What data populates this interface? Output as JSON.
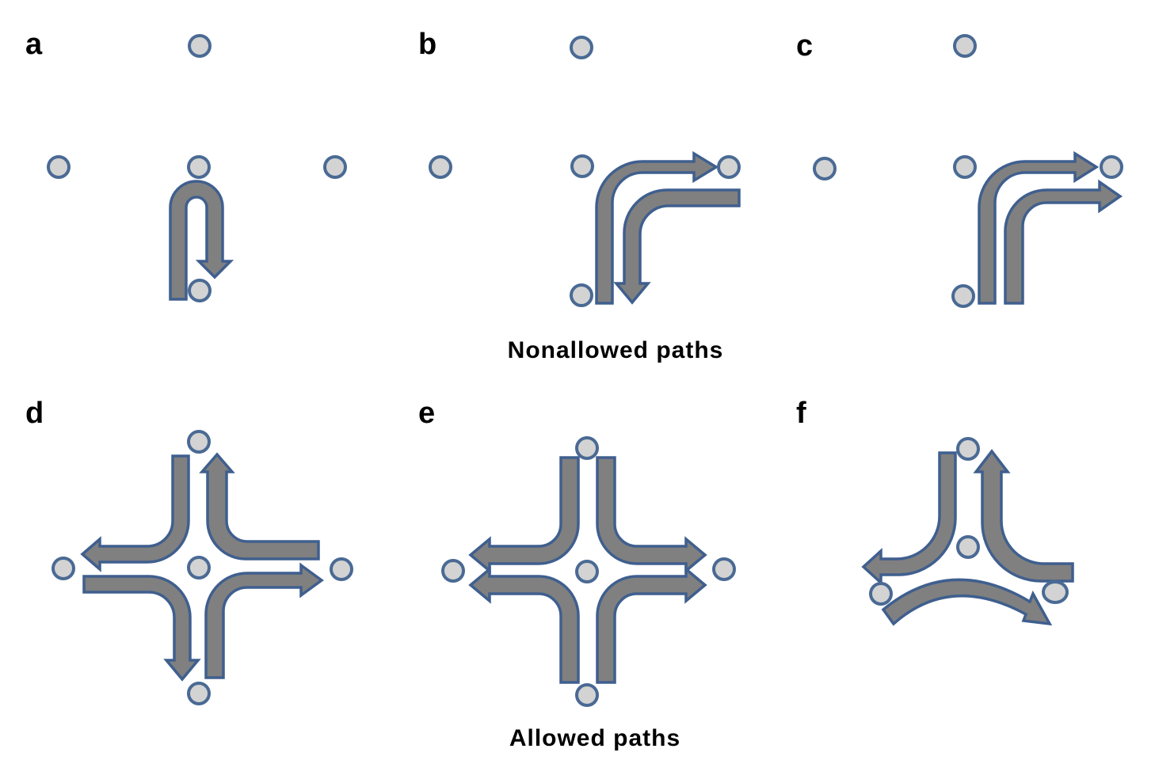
{
  "panels": {
    "a": "a",
    "b": "b",
    "c": "c",
    "d": "d",
    "e": "e",
    "f": "f"
  },
  "captions": {
    "nonallowed": "Nonallowed paths",
    "allowed": "Allowed paths"
  },
  "colors": {
    "arrow_fill": "#808080",
    "arrow_stroke": "#3f5f8e",
    "node_fill": "#d3d3d3",
    "node_stroke": "#4a6a94"
  }
}
